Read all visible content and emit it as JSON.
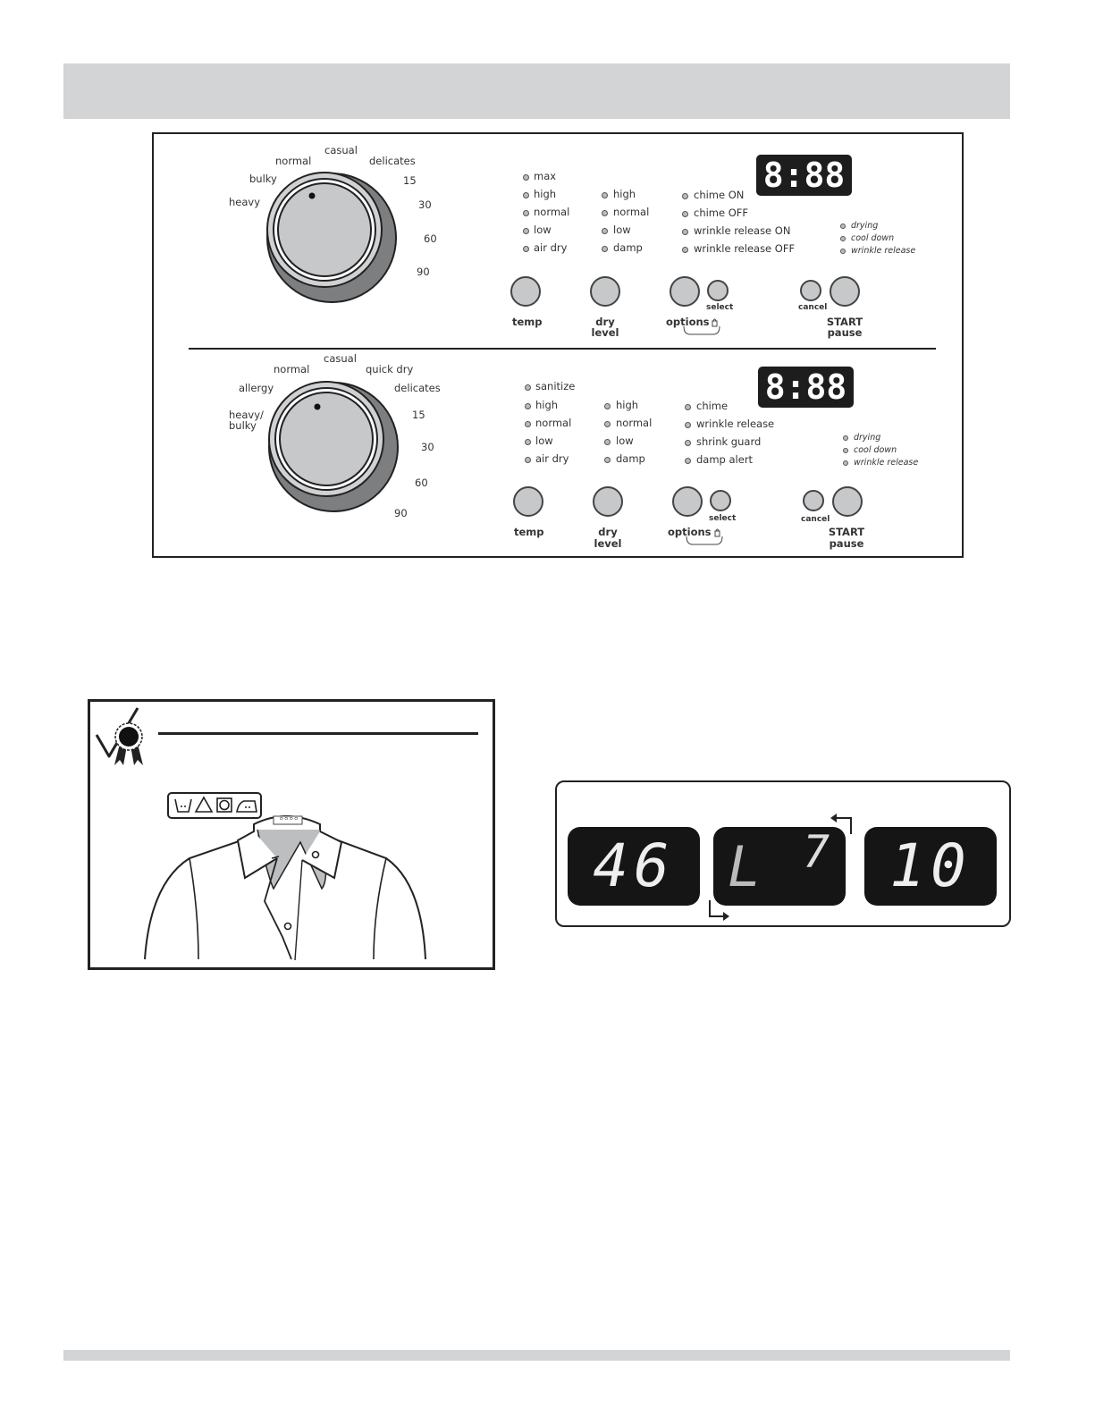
{
  "panel_top": {
    "dial_labels": {
      "normal": "normal",
      "casual": "casual",
      "delicates": "delicates",
      "bulky": "bulky",
      "heavy": "heavy",
      "t15": "15",
      "t30": "30",
      "t60": "60",
      "t90": "90"
    },
    "temp_options": [
      "max",
      "high",
      "normal",
      "low",
      "air dry"
    ],
    "dry_options": [
      "high",
      "normal",
      "low",
      "damp"
    ],
    "option_items": [
      "chime ON",
      "chime OFF",
      "wrinkle release ON",
      "wrinkle release OFF"
    ],
    "status_items": [
      "drying",
      "cool down",
      "wrinkle release"
    ],
    "display": "8:88",
    "buttons": {
      "temp": "temp",
      "dry": "dry",
      "level": "level",
      "options": "options",
      "select": "select",
      "cancel": "cancel",
      "start": "START",
      "pause": "pause"
    }
  },
  "panel_bottom": {
    "dial_labels": {
      "normal": "normal",
      "casual": "casual",
      "quick_dry": "quick dry",
      "allergy": "allergy",
      "delicates": "delicates",
      "heavy": "heavy/",
      "bulky": "bulky",
      "t15": "15",
      "t30": "30",
      "t60": "60",
      "t90": "90"
    },
    "temp_options": [
      "sanitize",
      "high",
      "normal",
      "low",
      "air dry"
    ],
    "dry_options": [
      "high",
      "normal",
      "low",
      "damp"
    ],
    "option_items": [
      "chime",
      "wrinkle release",
      "shrink guard",
      "damp alert"
    ],
    "status_items": [
      "drying",
      "cool down",
      "wrinkle release"
    ],
    "display": "8:88",
    "buttons": {
      "temp": "temp",
      "dry": "dry",
      "level": "level",
      "options": "options",
      "select": "select",
      "cancel": "cancel",
      "start": "START",
      "pause": "pause"
    }
  },
  "shirt_figure": {
    "care_label_text": "ㅇㅇㅇㅇ"
  },
  "display_sequence": {
    "first": "46",
    "middle_left": "L",
    "middle_right": "7",
    "last": "10"
  }
}
